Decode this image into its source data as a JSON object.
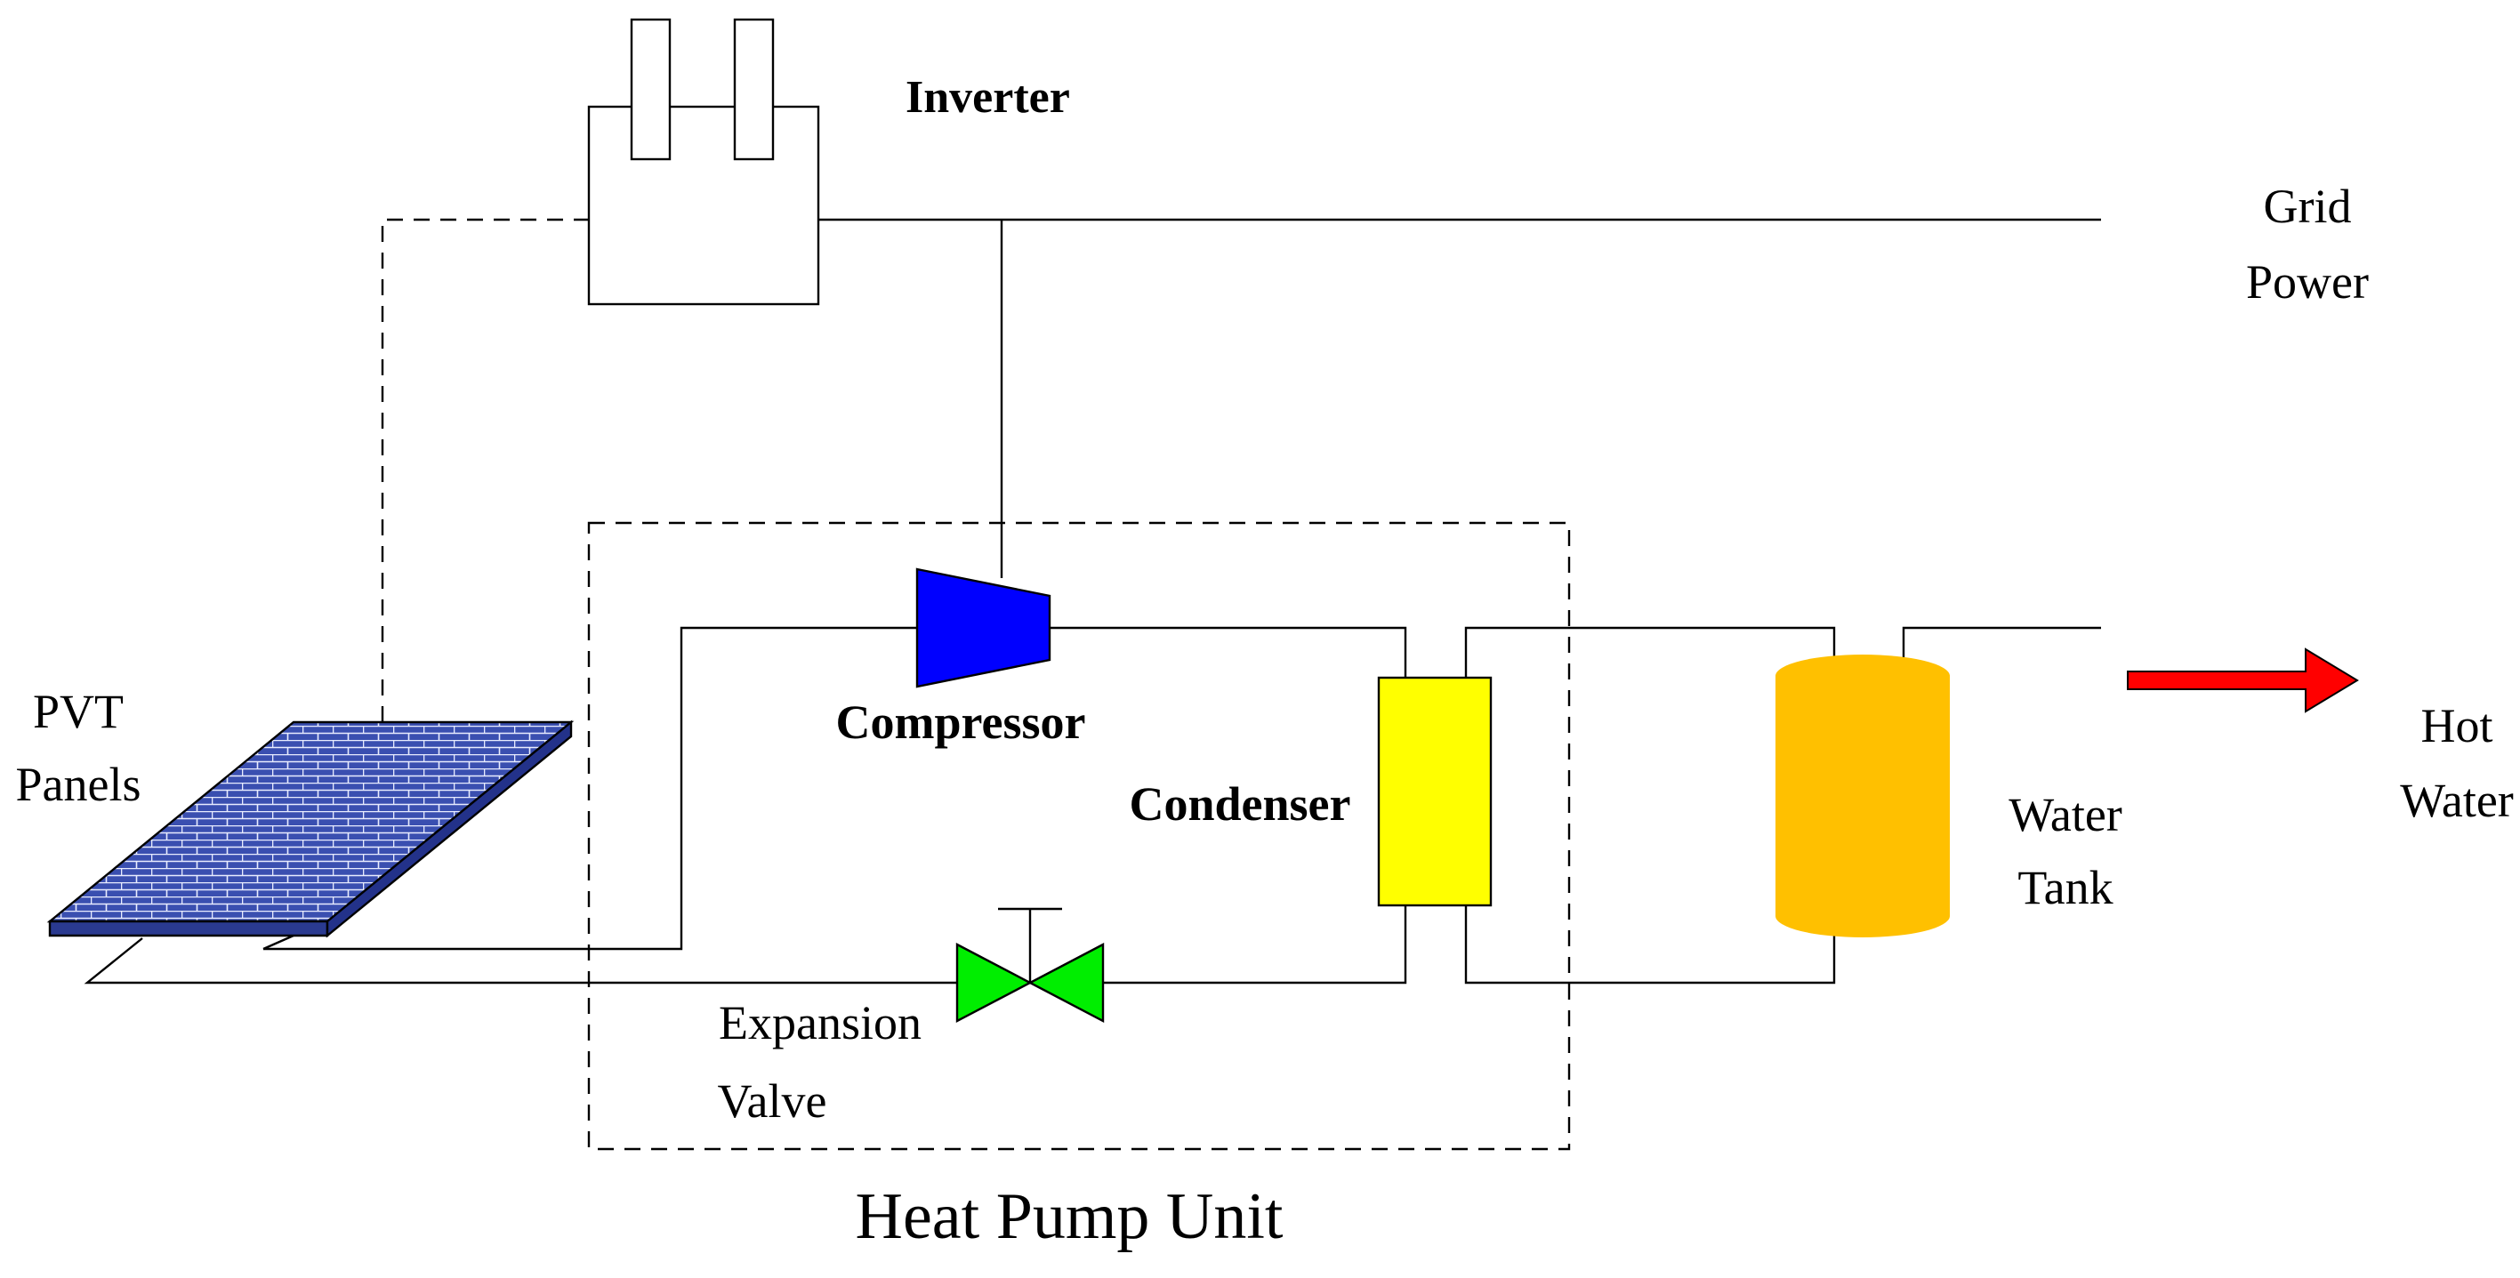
{
  "labels": {
    "inverter": "Inverter",
    "grid_power_line1": "Grid",
    "grid_power_line2": "Power",
    "pvt_line1": "PVT",
    "pvt_line2": "Panels",
    "compressor": "Compressor",
    "condenser": "Condenser",
    "expansion_line1": "Expansion",
    "expansion_line2": "Valve",
    "water_tank_line1": "Water",
    "water_tank_line2": "Tank",
    "hot_water_line1": "Hot",
    "hot_water_line2": "Water",
    "heat_pump_unit": "Heat Pump Unit"
  },
  "colors": {
    "compressor": "#0000ff",
    "condenser": "#ffff00",
    "expansion_valve": "#00ee00",
    "water_tank": "#ffc000",
    "hot_water_arrow": "#ff0000",
    "pvt_panel": "#3a4fb0",
    "pvt_grid_lines": "#e8ecff"
  }
}
